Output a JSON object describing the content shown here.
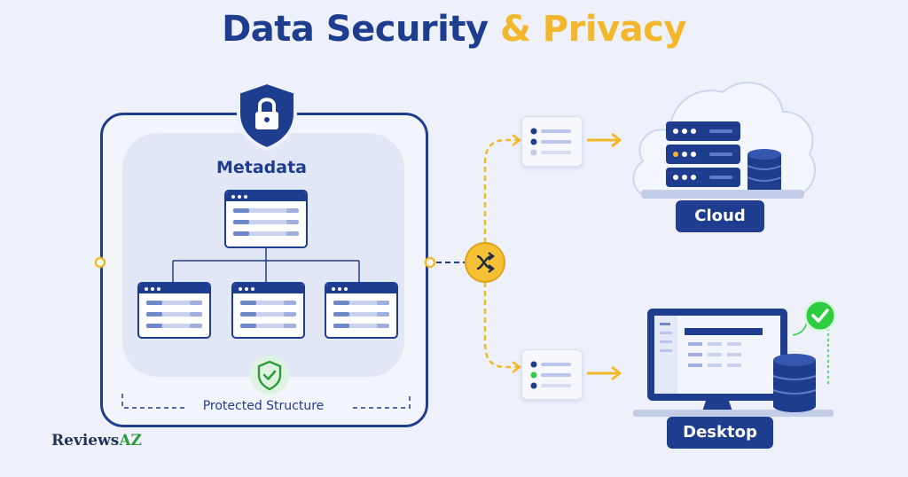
{
  "title": {
    "part1": "Data Security",
    "part2": "& Privacy"
  },
  "metadata_label": "Metadata",
  "protected_label": "Protected Structure",
  "cloud_label": "Cloud",
  "desktop_label": "Desktop",
  "logo": {
    "main": "Reviews",
    "accent": "AZ"
  },
  "colors": {
    "navy": "#1f3d8f",
    "gold": "#f2b72b",
    "green": "#2ecc40",
    "background": "#eef1fa"
  },
  "icons": [
    "lock-shield-icon",
    "protected-shield-icon",
    "sync-node-icon",
    "cloud-icon",
    "server-icon",
    "database-icon",
    "monitor-icon",
    "check-icon",
    "arrow-right-icon"
  ]
}
